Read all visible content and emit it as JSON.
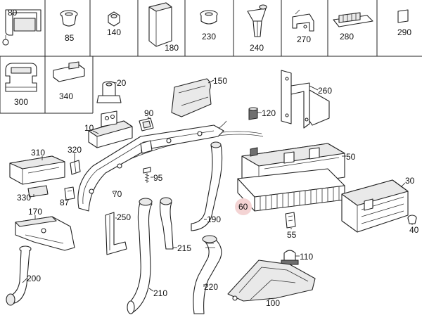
{
  "highlight_color": "#f4d4d4",
  "parts": {
    "p80": "80",
    "p85": "85",
    "p140": "140",
    "p180": "180",
    "p230": "230",
    "p240": "240",
    "p270": "270",
    "p280": "280",
    "p290": "290",
    "p300": "300",
    "p340": "340",
    "p20": "20",
    "p150": "150",
    "p260": "260",
    "p90": "90",
    "p120": "120",
    "p10": "10",
    "p310": "310",
    "p320": "320",
    "p95": "95",
    "p50": "50",
    "p30": "30",
    "p330": "330",
    "p87": "87",
    "p70": "70",
    "p60": "60",
    "p170": "170",
    "p250": "250",
    "p190": "190",
    "p55": "55",
    "p40": "40",
    "p215": "215",
    "p110": "110",
    "p200": "200",
    "p210": "210",
    "p220": "220",
    "p100": "100"
  }
}
